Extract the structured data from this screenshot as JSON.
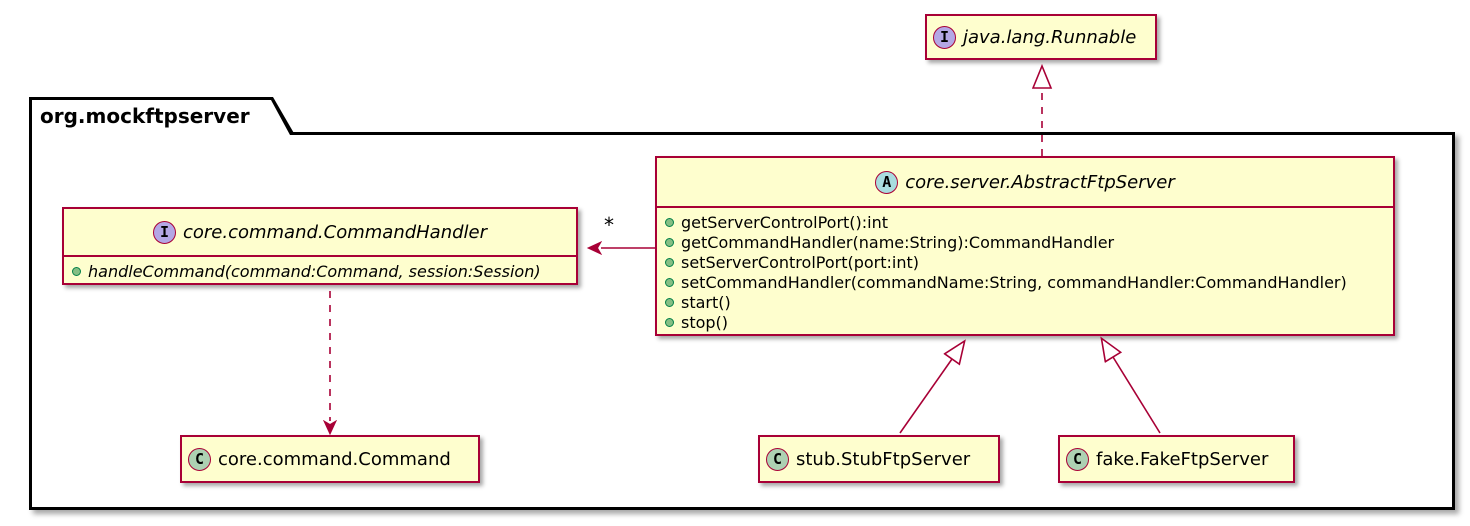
{
  "package": {
    "label": "org.mockftpserver"
  },
  "colors": {
    "class_fill": "#FEFECE",
    "class_border": "#A80036",
    "package_border": "#000000",
    "interface_icon_fill": "#B4A7E5",
    "abstract_icon_fill": "#A9DCDF",
    "class_icon_fill": "#ADD1B2",
    "method_bullet_fill": "#84BE84",
    "method_bullet_border": "#038048"
  },
  "classes": {
    "runnable": {
      "stereotype": "I",
      "name": "java.lang.Runnable"
    },
    "command_handler": {
      "stereotype": "I",
      "name": "core.command.CommandHandler",
      "methods": [
        "handleCommand(command:Command, session:Session)"
      ]
    },
    "abstract_ftp_server": {
      "stereotype": "A",
      "name": "core.server.AbstractFtpServer",
      "methods": [
        "getServerControlPort():int",
        "getCommandHandler(name:String):CommandHandler",
        "setServerControlPort(port:int)",
        "setCommandHandler(commandName:String, commandHandler:CommandHandler)",
        "start()",
        "stop()"
      ]
    },
    "command": {
      "stereotype": "C",
      "name": "core.command.Command"
    },
    "stub_ftp_server": {
      "stereotype": "C",
      "name": "stub.StubFtpServer"
    },
    "fake_ftp_server": {
      "stereotype": "C",
      "name": "fake.FakeFtpServer"
    }
  },
  "relations": {
    "command_handler_multiplicity": "*"
  }
}
